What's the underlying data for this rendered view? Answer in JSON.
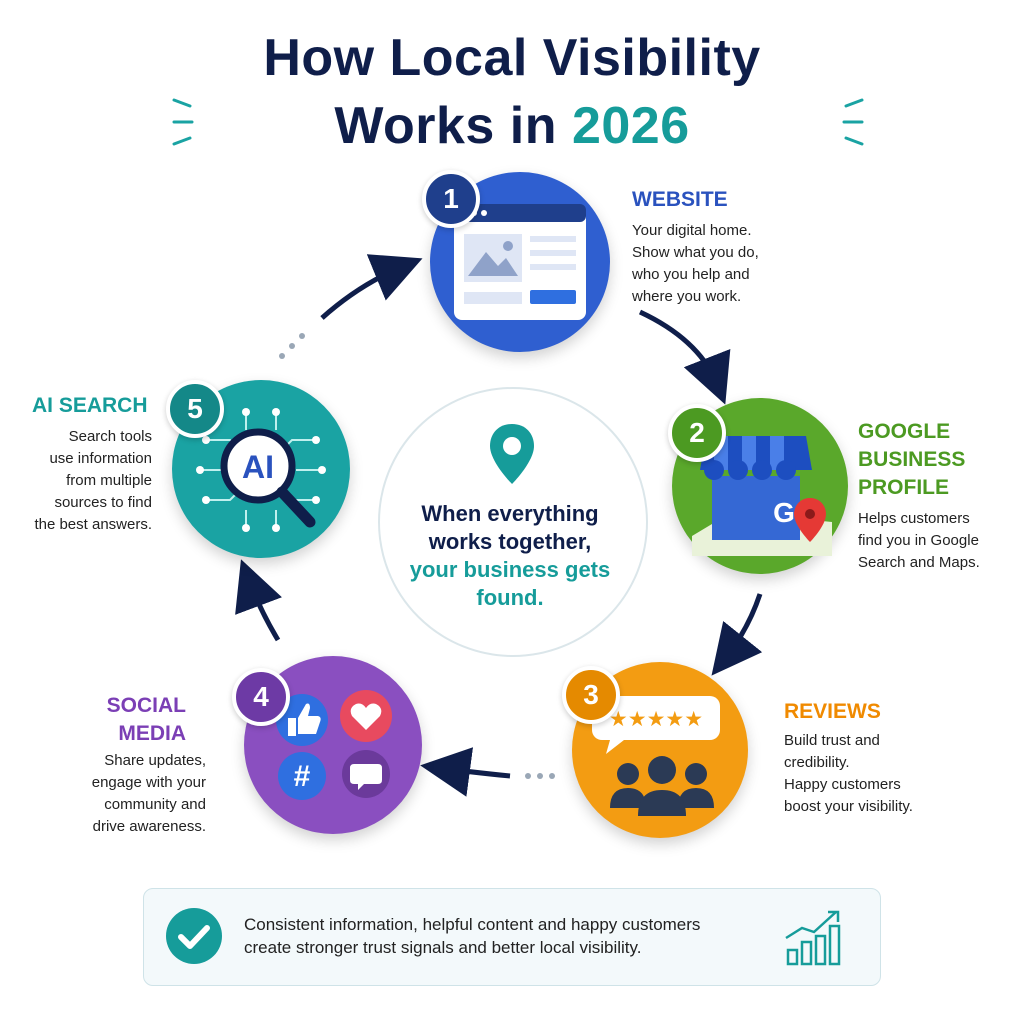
{
  "title": {
    "line1": "How Local Visibility",
    "line2_prefix": "Works in ",
    "line2_year": "2026"
  },
  "colors": {
    "navy": "#0f1e4a",
    "teal": "#169c9a",
    "website": "#2f5fd0",
    "google": "#5aa82b",
    "reviews": "#f39c12",
    "social": "#8a4fc0",
    "ai": "#1aa3a3"
  },
  "steps": [
    {
      "number": "1",
      "title": "WEBSITE",
      "icon": "browser-window-icon",
      "description": [
        "Your digital home.",
        "Show what you do,",
        "who you help and",
        "where you work."
      ]
    },
    {
      "number": "2",
      "title": [
        "GOOGLE",
        "BUSINESS",
        "PROFILE"
      ],
      "icon": "storefront-map-pin-icon",
      "logo_letter": "G",
      "description": [
        "Helps customers",
        "find you in Google",
        "Search and Maps."
      ]
    },
    {
      "number": "3",
      "title": "REVIEWS",
      "icon": "star-rating-people-icon",
      "stars": "★★★★★",
      "description": [
        "Build trust and",
        "credibility.",
        "Happy customers",
        "boost your visibility."
      ]
    },
    {
      "number": "4",
      "title": [
        "SOCIAL",
        "MEDIA"
      ],
      "icon": "social-reactions-icon",
      "hashtag": "#",
      "description": [
        "Share updates,",
        "engage with your",
        "community and",
        "drive awareness."
      ]
    },
    {
      "number": "5",
      "title": "AI SEARCH",
      "icon": "ai-magnifier-icon",
      "ai_label": "AI",
      "description": [
        "Search tools",
        "use information",
        "from multiple",
        "sources to find",
        "the best answers."
      ]
    }
  ],
  "center": {
    "icon": "location-pin-icon",
    "line1": "When everything",
    "line2": "works together,",
    "line3": "your business gets",
    "line4": "found."
  },
  "footer": {
    "icon": "checkmark-icon",
    "line1": "Consistent information, helpful content and happy customers",
    "line2": "create stronger trust signals and better local visibility.",
    "chart_icon": "growth-chart-icon"
  }
}
